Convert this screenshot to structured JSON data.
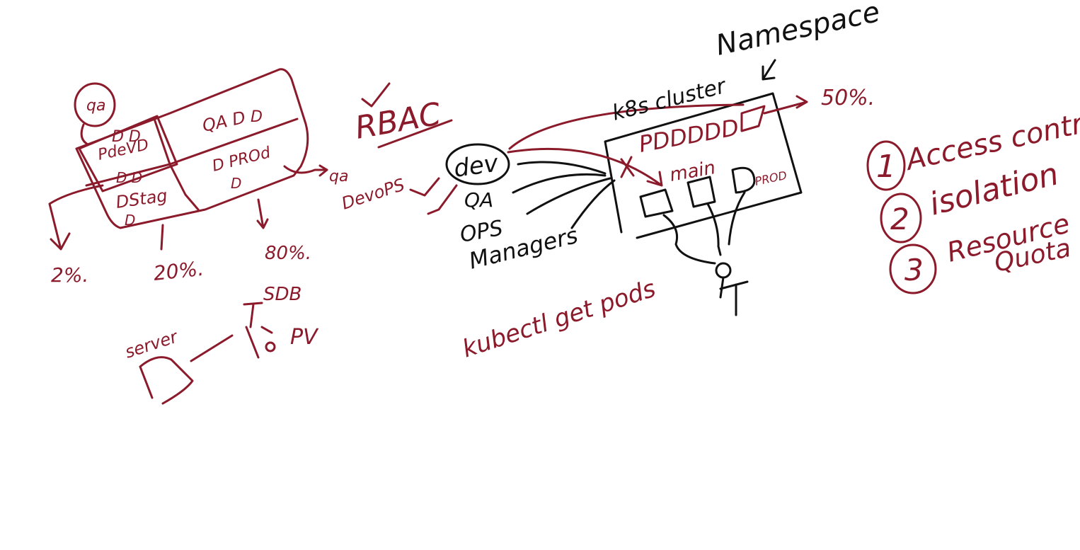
{
  "colors": {
    "maroon": "#8b1a2b",
    "black": "#111111",
    "background": "#ffffff"
  },
  "left": {
    "persona_qa_top": "qa",
    "env_dev_boxes": "D D",
    "env_dev_label": "PdeVD",
    "env_dev_boxes_bottom": "D D",
    "env_qa_label": "QA D",
    "env_qa_box": "D",
    "env_stag_label": "DStag",
    "env_stag_box": "D",
    "env_prod_label": "D PROd",
    "env_prod_box": "D",
    "persona_devops_icon": "qa",
    "persona_devops_label": "DevoPS",
    "pct_dev": "2%.",
    "pct_stag": "20%.",
    "pct_prod": "80%.",
    "server_label": "server",
    "storage_label": "SDB",
    "pv_label": "PV"
  },
  "middle": {
    "rbac_label": "RBAC",
    "namespace_label": "Namespace",
    "cluster_label": "k8s cluster",
    "pct_cluster": "50%.",
    "user_dev": "dev",
    "user_qa": "QA",
    "user_ops": "OPS",
    "user_managers": "Managers",
    "pods_row": "PDDDDD",
    "ns_main_label": "main",
    "ns_prod_label": "PROD",
    "command_label": "kubectl get pods"
  },
  "right": {
    "points": [
      {
        "num": "1",
        "text": "Access control"
      },
      {
        "num": "2",
        "text": "isolation"
      },
      {
        "num": "3",
        "text": "Resource"
      }
    ],
    "point3_line2": "Quota"
  }
}
